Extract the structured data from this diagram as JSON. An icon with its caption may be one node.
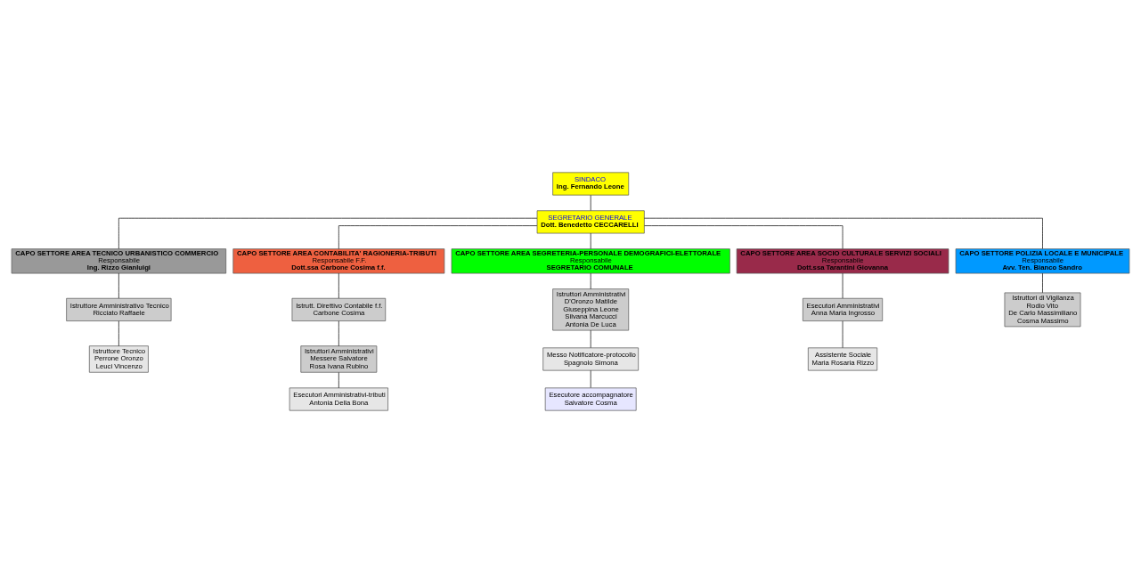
{
  "diagram": {
    "nodes": [
      {
        "text": [
          "SINDACO",
          "Ing. Fernando Leone"
        ]
      },
      {
        "text": [
          "SEGRETARIO GENERALE",
          "Dott. Benedetto CECCARELLI"
        ]
      },
      {
        "text": [
          "CAPO SETTORE AREA TECNICO URBANISTICO COMMERCIO",
          "Responsabile",
          "Ing. Rizzo Gianluigi"
        ]
      },
      {
        "text": [
          "CAPO SETTORE AREA CONTABILITA' RAGIONERIA-TRIBUTI",
          "Responsabile F.F.",
          "Dott.ssa Carbone Cosima f.f."
        ]
      },
      {
        "text": [
          "CAPO SETTORE AREA SEGRETERIA-PERSONALE DEMOGRAFICI-ELETTORALE",
          "Responsabile",
          "SEGRETARIO COMUNALE"
        ]
      },
      {
        "text": [
          "CAPO SETTORE AREA SOCIO CULTURALE SERVIZI SOCIALI",
          "Responsabile",
          "Dott.ssa Tarantini Giovanna"
        ]
      },
      {
        "text": [
          "CAPO SETTORE POLIZIA LOCALE E MUNICIPALE",
          "Responsabile",
          "Avv. Ten. Bianco Sandro"
        ]
      },
      {
        "text": [
          "Istrutt. Direttivo Contabile f.f.",
          "Carbone Cosima"
        ]
      },
      {
        "text": [
          "Istruttore Amministrativo Tecnico",
          "Ricciato Raffaele"
        ]
      },
      {
        "text": [
          "Istruttori Amministrativi",
          "Messere Salvatore",
          "Rosa Ivana Rubino"
        ]
      },
      {
        "text": [
          "Istruttori Amministrativi",
          "D'Oronzo Matilde",
          "Giuseppina Leone",
          "Silvana Marcucci",
          "Antonia De Luca"
        ]
      },
      {
        "text": [
          "Esecutori Amministrativi",
          "Anna Maria Ingrosso"
        ]
      },
      {
        "text": [
          "Istruttori di Vigilanza",
          "Rodio Vito",
          "De Carlo Massimiliano",
          "Cosma Massimo"
        ]
      },
      {
        "text": [
          "Istruttore Tecnico",
          "Perrone Oronzo",
          "Leuci Vincenzo"
        ]
      },
      {
        "text": [
          "Esecutori Amministrativi-tributi",
          "Antonia Della Bona"
        ]
      },
      {
        "text": [
          "Messo Notificatore-protocollo",
          "Spagnolo Simona"
        ]
      },
      {
        "text": [
          "Assistente Sociale",
          "Maria Rosaria Rizzo"
        ]
      },
      {
        "text": [
          "Esecutore accompagnatore",
          "Salvatore Cosma"
        ]
      }
    ],
    "edges": [
      {
        "from": 0,
        "to": 1,
        "arrow": "none"
      },
      {
        "from": 1,
        "to": 2,
        "arrow": "none"
      },
      {
        "from": 1,
        "to": 3,
        "arrow": "none"
      },
      {
        "from": 1,
        "to": 4,
        "arrow": "none"
      },
      {
        "from": 1,
        "to": 5,
        "arrow": "none"
      },
      {
        "from": 1,
        "to": 6,
        "arrow": "none"
      },
      {
        "from": 2,
        "to": 8,
        "arrow": "none"
      },
      {
        "from": 8,
        "to": 13,
        "arrow": "none"
      },
      {
        "from": 3,
        "to": 7,
        "arrow": "none"
      },
      {
        "from": 7,
        "to": 9,
        "arrow": "none"
      },
      {
        "from": 9,
        "to": 14,
        "arrow": "none"
      },
      {
        "from": 4,
        "to": 10,
        "arrow": "none"
      },
      {
        "from": 10,
        "to": 15,
        "arrow": "none"
      },
      {
        "from": 15,
        "to": 17,
        "arrow": "none"
      },
      {
        "from": 5,
        "to": 11,
        "arrow": "none"
      },
      {
        "from": 11,
        "to": 16,
        "arrow": "none"
      },
      {
        "from": 6,
        "to": 12,
        "arrow": "none"
      }
    ]
  }
}
